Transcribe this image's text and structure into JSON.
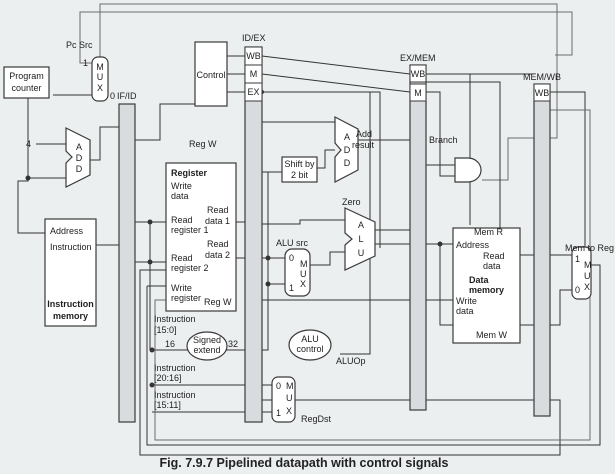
{
  "labels": {
    "pc_src": "Pc Src",
    "pc_line1": "Program",
    "pc_line2": "counter",
    "if_id": "IF/ID",
    "id_ex": "ID/EX",
    "ex_mem": "EX/MEM",
    "mem_wb": "MEM/WB",
    "control": "Control",
    "wb": "WB",
    "m": "M",
    "ex": "EX",
    "reg_w_top": "Reg W",
    "register": "Register",
    "write_data": "Write",
    "write_data2": "data",
    "read_reg1a": "Read",
    "read_reg1b": "register 1",
    "read_reg2a": "Read",
    "read_reg2b": "register 2",
    "write_reg_a": "Write",
    "write_reg_b": "register",
    "read_data1a": "Read",
    "read_data1b": "data 1",
    "read_data2a": "Read",
    "read_data2b": "data 2",
    "reg_w_bottom": "Reg W",
    "address": "Address",
    "instruction": "Instruction",
    "instr_mem1": "Instruction",
    "instr_mem2": "memory",
    "four": "4",
    "add_result": "Add",
    "add_result2": "result",
    "branch": "Branch",
    "shift1": "Shift by",
    "shift2": "2 bit",
    "zero": "Zero",
    "alu_src": "ALU src",
    "alu_control1": "ALU",
    "alu_control2": "control",
    "alu_op": "ALUOp",
    "mem_r": "Mem R",
    "dm_address": "Address",
    "dm_read1": "Read",
    "dm_read2": "data",
    "dm_title1": "Data",
    "dm_title2": "memory",
    "dm_write1": "Write",
    "dm_write2": "data",
    "mem_w": "Mem W",
    "mem_to_reg": "Mem to Reg",
    "instr_15_0": "Instruction",
    "instr_15_0b": "[15:0]",
    "sixteen": "16",
    "signed1": "Signed",
    "signed2": "extend",
    "thirtytwo": "32",
    "instr_20_16": "Instruction",
    "instr_20_16b": "[20:16]",
    "instr_15_11": "Instruction",
    "instr_15_11b": "[15:11]",
    "reg_dst": "RegDst",
    "mux_m": "M",
    "mux_u": "U",
    "mux_x": "X",
    "one": "1",
    "zero_in": "0",
    "adder_a": "A",
    "adder_d": "D",
    "alu_a": "A",
    "alu_l": "L",
    "alu_u": "U"
  },
  "caption": "Fig. 7.9.7 Pipelined datapath with control signals"
}
